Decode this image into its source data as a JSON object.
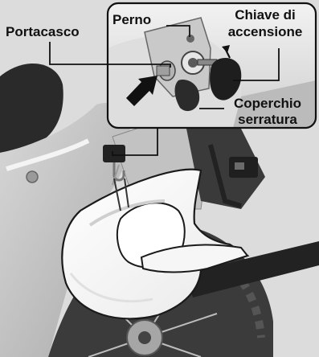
{
  "labels": {
    "portacasco": "Portacasco",
    "perno": "Perno",
    "chiave_line1": "Chiave di",
    "chiave_line2": "accensione",
    "coperchio_line1": "Coperchio",
    "coperchio_line2": "serratura"
  },
  "icons": [
    "push-arrow-icon",
    "turn-arrow-icon"
  ],
  "colors": {
    "background": "#ffffff",
    "metal_light": "#e6e6e6",
    "metal_mid": "#bdbdbd",
    "dark_part": "#1e1e1e",
    "line": "#111111"
  }
}
